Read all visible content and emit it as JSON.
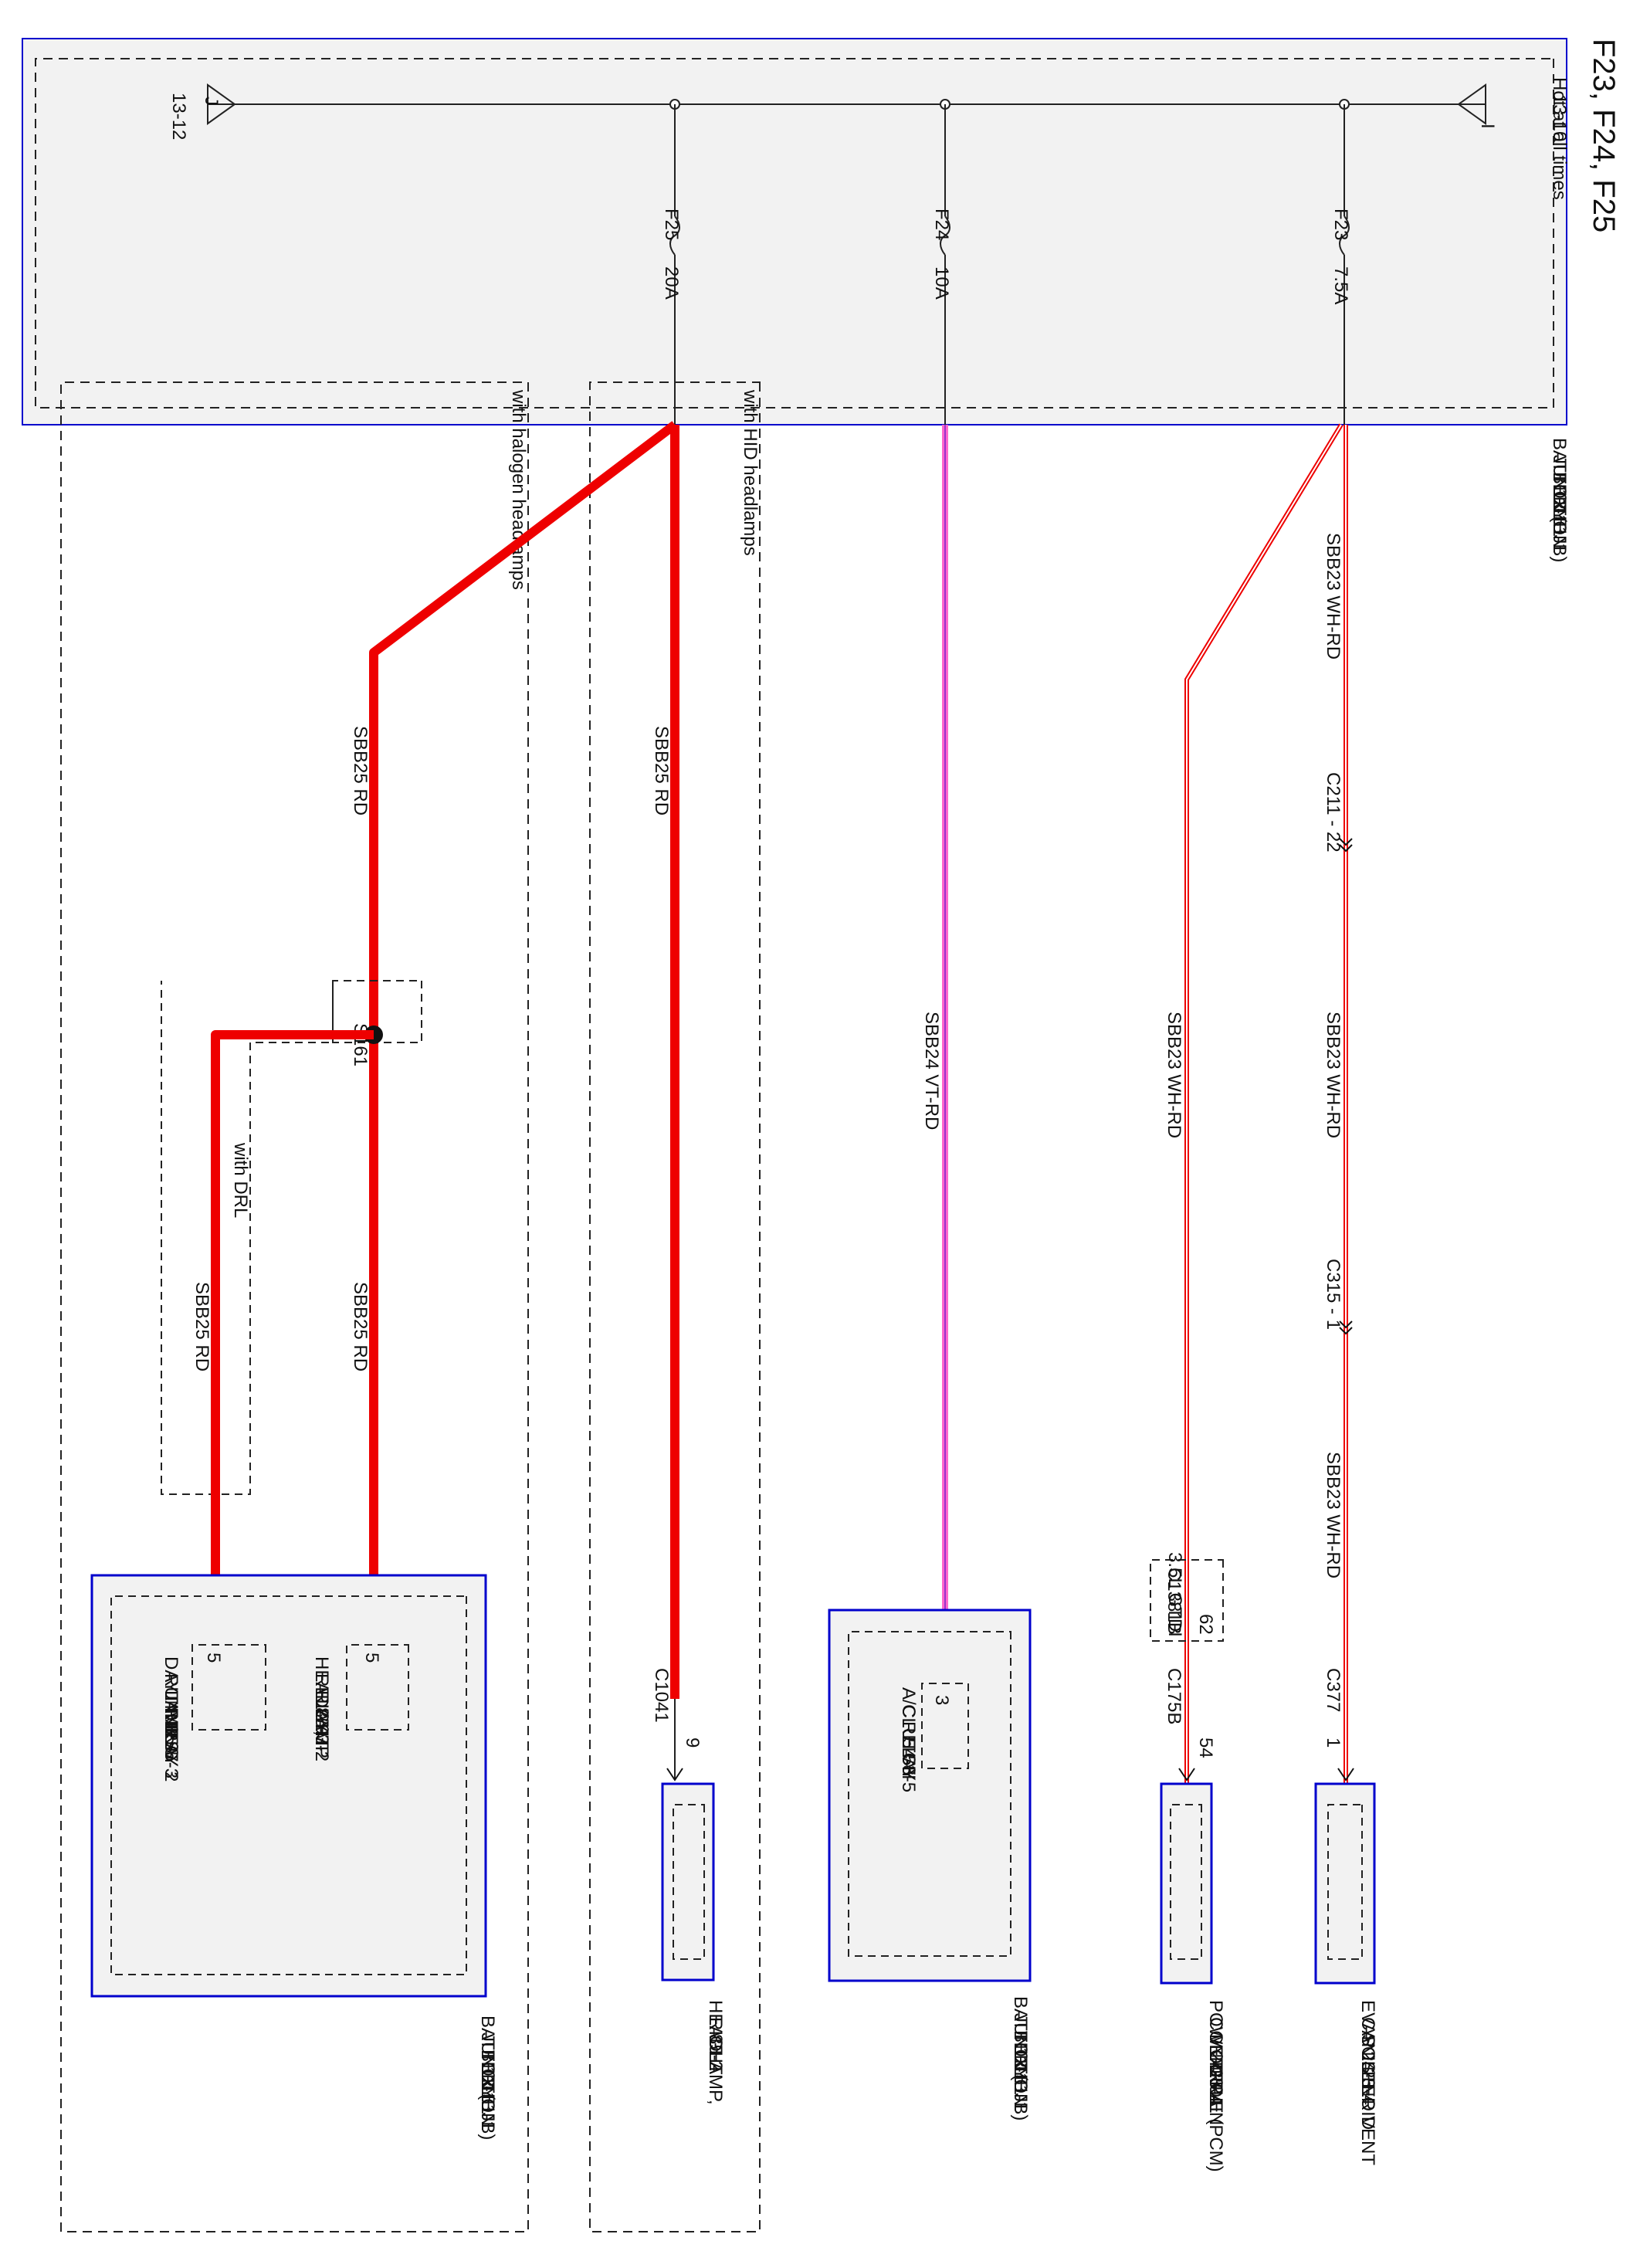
{
  "diagram": {
    "title": "F23, F24, F25",
    "bjb_box_label": [
      "BATTERY",
      "JUNCTION",
      "BOX (BJB)",
      "11-1",
      "151-1"
    ],
    "hot_label": [
      "Hot at all times",
      "13-10"
    ],
    "ground_ref": "13-12",
    "fuses": [
      {
        "id": "F23",
        "rating": "7.5A"
      },
      {
        "id": "F24",
        "rating": "10A"
      },
      {
        "id": "F25",
        "rating": "20A"
      }
    ],
    "wires": {
      "evap_1": "SBB23   WH-RD",
      "evap_2": "SBB23   WH-RD",
      "evap_3": "SBB23   WH-RD",
      "pcm": "SBB23   WH-RD",
      "ac": "SBB24   VT-RD",
      "hid": "SBB25   RD",
      "halogen_1": "SBB25   RD",
      "halogen_2": "SBB25   RD",
      "drl": "SBB25   RD"
    },
    "connectors": {
      "c211": "C211 - 22",
      "c315": "C315 - 1",
      "c377": "C377",
      "c377_pin": "1",
      "c175b": "C175B",
      "c175b_pin": "54",
      "c1381b": "C1381B",
      "c1381b_pin": "62",
      "c1381b_option": "3.5L GTDI",
      "c1041": "C1041",
      "c1041_pin": "9"
    },
    "splice": "S161",
    "options": {
      "hid": "with HID headlamps",
      "halogen": "with halogen headlamps",
      "drl": "with DRL"
    },
    "components": {
      "evap": [
        "EVAP",
        "CANISTER VENT",
        "SOLENOID",
        "24-3",
        "25-4"
      ],
      "pcm": [
        "POWERTRAIN",
        "CONTROL",
        "MODULE (PCM)",
        "24-3",
        "25-4"
      ],
      "ac_relay": [
        "A/C",
        "CLUTCH",
        "RELAY",
        "54-3",
        "55-5"
      ],
      "ac_relay_pin": "3",
      "ac_bjb": [
        "BATTERY",
        "JUNCTION",
        "BOX (BJB)",
        "11-1",
        "151-1"
      ],
      "headlamp": [
        "HEADLAMP,",
        "RIGHT",
        "85-2"
      ],
      "hl_relay": [
        "HEADLAMP",
        "RELAY,",
        "RIGHT",
        "85-3",
        "97-2"
      ],
      "hl_relay_pin": "5",
      "drl_relay": [
        "DAYTIME",
        "RUNNING",
        "LAMPS",
        "RELAY 2",
        "85-5",
        "97-3"
      ],
      "drl_relay_pin": "5",
      "bottom_bjb": [
        "BATTERY",
        "JUNCTION",
        "BOX (BJB)",
        "11-1",
        "151-1"
      ]
    },
    "colors": {
      "red": "#ee0000",
      "violet": "#ff66cc",
      "component_border": "#0000cc",
      "fill": "#f2f2f2"
    }
  }
}
